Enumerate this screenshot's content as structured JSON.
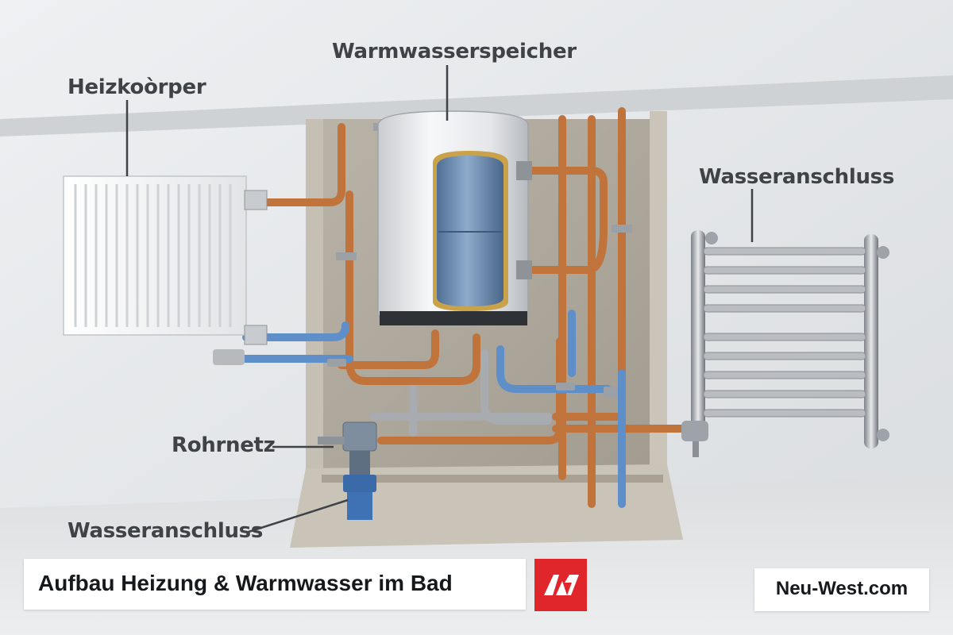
{
  "labels": {
    "warmwasserspeicher": "Warmwasserspeicher",
    "heizkoerper": "Heizkoòrper",
    "wasseranschluss_right": "Wasseranschluss",
    "rohrnetz": "Rohrnetz",
    "wasseranschluss_bottom": "Wasseranschluss"
  },
  "footer": {
    "title": "Aufbau Heizung & Warmwasser im Bad",
    "logo": "logo-nw-icon",
    "site": "Neu-West.com"
  },
  "colors": {
    "copper": "#c0743c",
    "blue_pipe": "#5f8fc9",
    "brand_red": "#e0262a",
    "label_text": "#3f4347"
  }
}
